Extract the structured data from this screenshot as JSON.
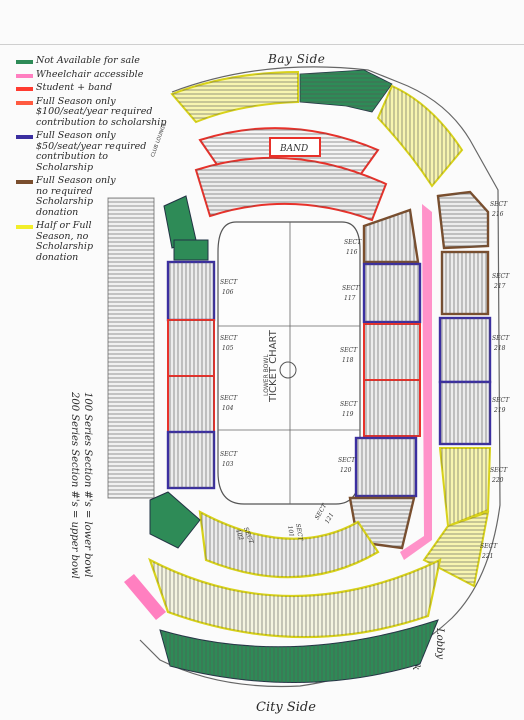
{
  "legend": [
    {
      "color": "#2e8b57",
      "lines": [
        "Not Available for sale"
      ]
    },
    {
      "color": "#ff7fc0",
      "lines": [
        "Wheelchair accessible"
      ]
    },
    {
      "color": "#ff3b30",
      "lines": [
        "Student + band"
      ]
    },
    {
      "color": "#ff5a40",
      "lines": [
        "Full Season only",
        "$100/seat/year required",
        "contribution to scholarship"
      ]
    },
    {
      "color": "#3b2fa0",
      "lines": [
        "Full Season only",
        "$50/seat/year required",
        "contribution to",
        "Scholarship"
      ]
    },
    {
      "color": "#7a4e2d",
      "lines": [
        "Full Season only",
        "no required",
        "Scholarship",
        "donation"
      ]
    },
    {
      "color": "#f2ee2a",
      "lines": [
        "Half or Full",
        "Season, no",
        "Scholarship",
        "donation"
      ]
    }
  ],
  "labels": {
    "bay_side": "Bay Side",
    "city_side": "City Side",
    "club_lounge": "CLUB LOUNGE",
    "band": "BAND",
    "ticket_chart": "TICKET CHART",
    "lower_bowl": "LOWER BOWL",
    "lobby": [
      "Lobby",
      "+",
      "Skywalk"
    ],
    "side_note": [
      "100 Series Section #'s = lower bowl",
      "200 Series Section #'s = upper bowl"
    ]
  },
  "sections": {
    "s106": [
      "SECT",
      "106"
    ],
    "s105": [
      "SECT",
      "105"
    ],
    "s104": [
      "SECT",
      "104"
    ],
    "s103": [
      "SECT",
      "103"
    ],
    "s116": [
      "SECT",
      "116"
    ],
    "s117": [
      "SECT",
      "117"
    ],
    "s118": [
      "SECT",
      "118"
    ],
    "s119": [
      "SECT",
      "119"
    ],
    "s120": [
      "SECT",
      "120"
    ],
    "s121": [
      "SECT",
      "121"
    ],
    "s102": [
      "SECT",
      "102"
    ],
    "s101": [
      "SECT",
      "101"
    ],
    "s216": [
      "SECT",
      "216"
    ],
    "s217": [
      "SECT",
      "217"
    ],
    "s218": [
      "SECT",
      "218"
    ],
    "s219": [
      "SECT",
      "219"
    ],
    "s220": [
      "SECT",
      "220"
    ],
    "s221": [
      "SECT",
      "221"
    ]
  },
  "colors": {
    "green": "#2e8b57",
    "pink": "#ff7fc0",
    "red": "#e8312a",
    "purple": "#3b2fa0",
    "brown": "#7a4e2d",
    "yellow": "#f2ee2a",
    "ink": "#444444"
  }
}
